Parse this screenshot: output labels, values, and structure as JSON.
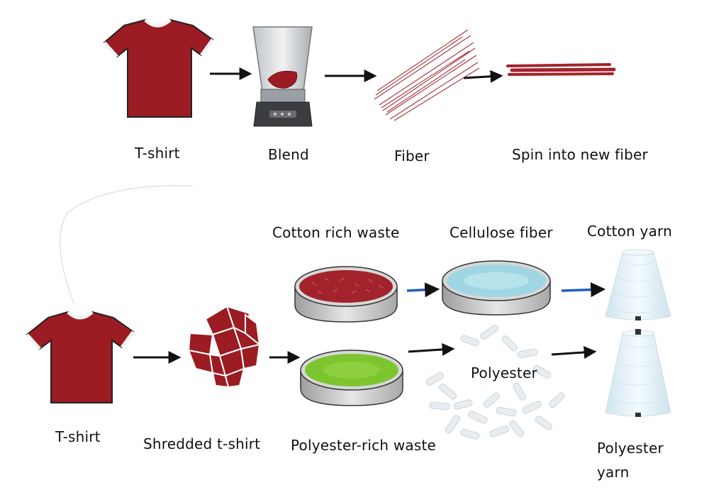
{
  "top_row": {
    "tshirt": "T-shirt",
    "blend": "Blend",
    "fiber": "Fiber",
    "spin": "Spin into new fiber"
  },
  "bottom_row": {
    "tshirt": "T-shirt",
    "shredded": "Shredded t-shirt",
    "cotton_rich_waste": "Cotton rich waste",
    "polyester_rich_waste": "Polyester-rich waste",
    "cellulose_fiber": "Cellulose fiber",
    "polyester": "Polyester",
    "cotton_yarn": "Cotton yarn",
    "polyester_yarn_line1": "Polyester",
    "polyester_yarn_line2": "yarn"
  },
  "colors": {
    "shirt": "#9b1c22",
    "shirt_dark": "#6e1217",
    "collar": "#f4f4f4",
    "cotton_waste": "#a3232c",
    "cellulose": "#9fd6e3",
    "polyester_waste": "#7cc52e",
    "dish": "#c9c9c9",
    "yarn": "#e4f3f9",
    "blue_arrow": "#1f5fbf",
    "arrow": "#111111"
  }
}
